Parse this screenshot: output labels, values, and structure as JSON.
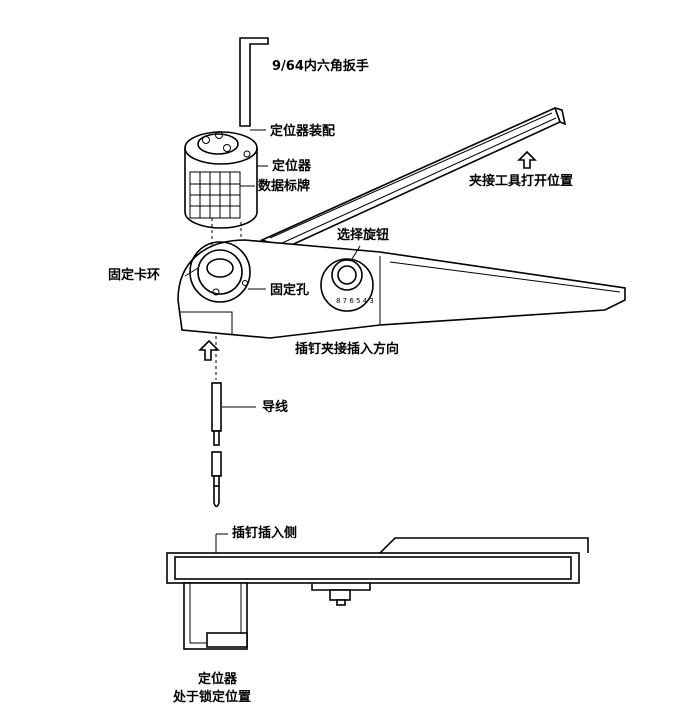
{
  "labels": {
    "hex_key": "9/64内六角扳手",
    "positioner_assembly": "定位器装配",
    "positioner": "定位器",
    "data_plate": "数据标牌",
    "tool_open_position": "夹接工具打开位置",
    "selector_knob": "选择旋钮",
    "retaining_ring": "固定卡环",
    "fixing_hole": "固定孔",
    "pin_insert_direction": "插钉夹接插入方向",
    "wire": "导线",
    "pin_insert_side": "插钉插入侧",
    "positioner_locked_line1": "定位器",
    "positioner_locked_line2": "处于锁定位置"
  },
  "colors": {
    "ink": "#000000",
    "background": "#ffffff"
  },
  "icons": [
    "up-arrow-icon"
  ]
}
